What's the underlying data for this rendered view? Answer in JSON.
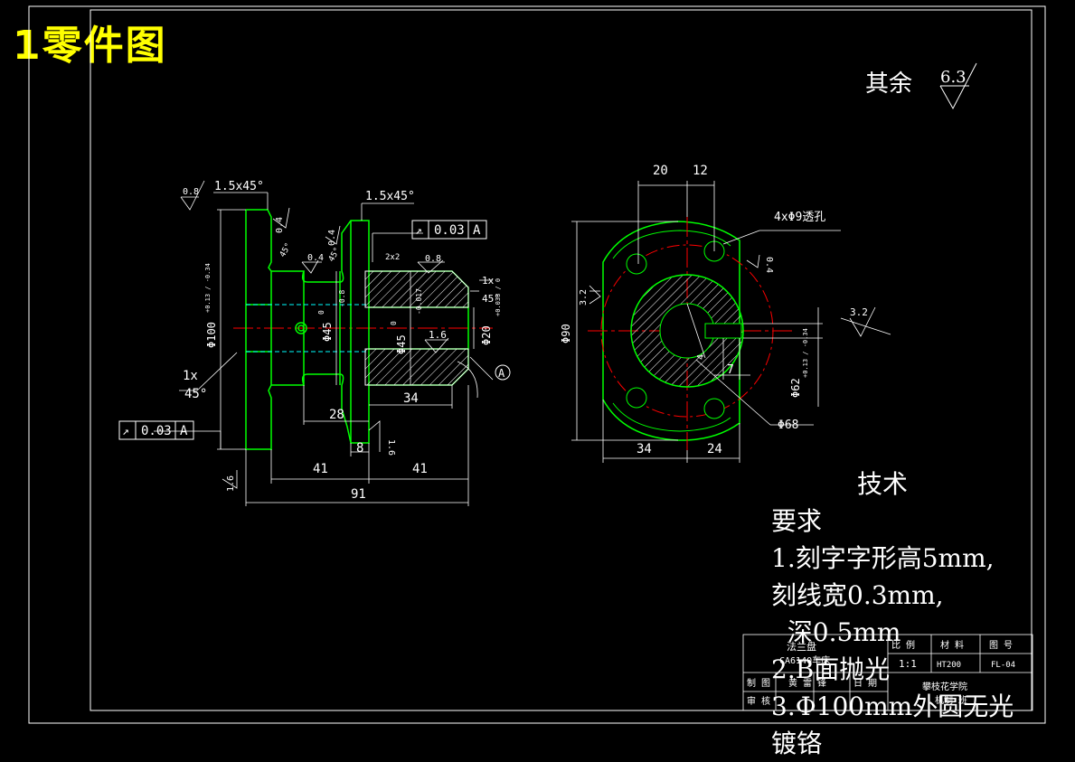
{
  "title": "1零件图",
  "roughness_note": {
    "label": "其余",
    "value": "6.3"
  },
  "front_view": {
    "chamfers": [
      "1.5x45°",
      "1.5x45°"
    ],
    "roughness_values": [
      "0.8",
      "0.4",
      "0.4",
      "0.4",
      "0.4",
      "0.8",
      "1.6",
      "1.6",
      "1.6"
    ],
    "small_dims": [
      "45°",
      "45°",
      "2x2",
      "1x",
      "45°"
    ],
    "diameters": [
      "Φ100",
      "+0.13 / -0.34",
      "Φ45",
      "0",
      "Φ45",
      "0",
      "Φ20",
      "+0.033 / 0",
      "-0.8",
      "-0.017"
    ],
    "tolerance_frames": [
      {
        "symbol": "↗",
        "value": "0.03",
        "datum": "A"
      },
      {
        "symbol": "↗",
        "value": "0.03",
        "datum": "A"
      }
    ],
    "datum_label": "A",
    "chamfer_note": {
      "line1": "1x",
      "line2": "45°"
    },
    "dims": {
      "d34": "34",
      "d28": "28",
      "d8": "8",
      "d41a": "41",
      "d41b": "41",
      "d91": "91"
    }
  },
  "side_view": {
    "dims": {
      "d20": "20",
      "d12": "12",
      "d90": "Φ90",
      "d34": "34",
      "d24": "24",
      "d7": "7",
      "d68": "Φ68",
      "d62": "Φ62",
      "d62_tol": "+0.13 / -0.34",
      "d4": "4"
    },
    "hole_note": "4xΦ9透孔",
    "roughness_values": [
      "3.2",
      "3.2",
      "0.4"
    ]
  },
  "title_block": {
    "part_name": "法兰盘",
    "drawing_ref": "CA6140车床",
    "col_headers": [
      "比 例",
      "材 料",
      "图 号"
    ],
    "values": [
      "1:1",
      "HT200",
      "FL-04"
    ],
    "row_labels": [
      "制 图",
      "审 核"
    ],
    "drawn_by": "黄 雷 锋",
    "date_label": "日 期",
    "school": "攀枝花学院",
    "dept": "机制 班"
  },
  "tech_requirements": {
    "title": "技术",
    "lines": [
      "要求",
      "1.刻字字形高5mm,",
      "刻线宽0.3mm,",
      "  深0.5mm",
      "2.B面抛光",
      "3.Φ100mm外圆无光",
      "镀铬"
    ]
  },
  "colors": {
    "outline": "#00ff00",
    "dim": "#ffffff",
    "center": "#ff0000",
    "hidden": "#00ffff",
    "hatch": "#ffffff",
    "title": "#ffff00"
  }
}
